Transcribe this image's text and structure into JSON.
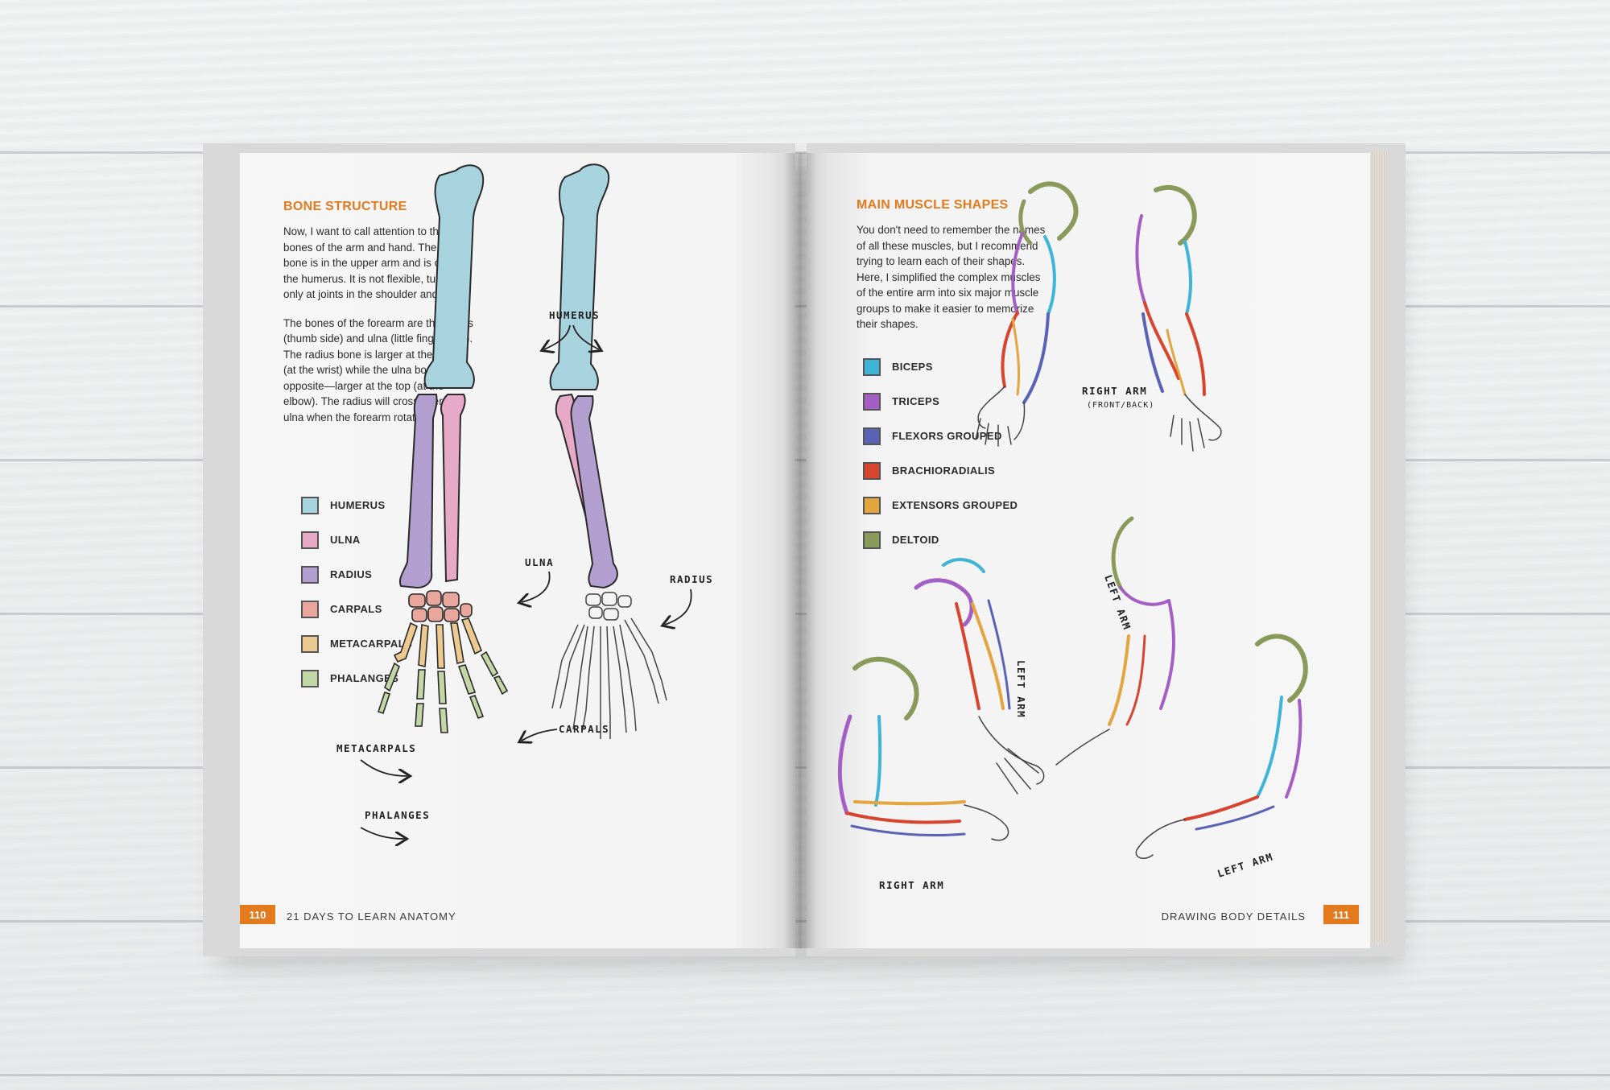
{
  "left_page": {
    "heading": "BONE STRUCTURE",
    "paragraph_1": "Now, I want to call attention to the main bones of the arm and hand. The largest bone is in the upper arm and is called the humerus. It is not flexible, turning only at joints in the shoulder and elbow.",
    "paragraph_2": "The bones of the forearm are the radius (thumb side) and ulna (little finger side). The radius bone is larger at the bottom (at the wrist) while the ulna bone is opposite—larger at the top (at the elbow). The radius will cross over the ulna when the forearm rotates.",
    "legend": [
      {
        "label": "HUMERUS",
        "color": "#a7d3df"
      },
      {
        "label": "ULNA",
        "color": "#e7a9c8"
      },
      {
        "label": "RADIUS",
        "color": "#b39fcf"
      },
      {
        "label": "CARPALS",
        "color": "#e9a69c"
      },
      {
        "label": "METACARPALS",
        "color": "#ecc98f"
      },
      {
        "label": "PHALANGES",
        "color": "#c3d7a6"
      }
    ],
    "diagram_labels": {
      "humerus": "HUMERUS",
      "ulna": "ULNA",
      "radius": "RADIUS",
      "carpals": "CARPALS",
      "metacarpals": "METACARPALS",
      "phalanges": "PHALANGES"
    },
    "page_number": "110",
    "running_head": "21 DAYS TO LEARN ANATOMY"
  },
  "right_page": {
    "heading": "MAIN MUSCLE SHAPES",
    "paragraph": "You don't need to remember the names of all these muscles, but I recommend trying to learn each of their shapes. Here, I simplified the complex muscles of the entire arm into six major muscle groups to make it easier to memorize their shapes.",
    "legend": [
      {
        "label": "BICEPS",
        "color": "#3eb4d6"
      },
      {
        "label": "TRICEPS",
        "color": "#a45fc4"
      },
      {
        "label": "FLEXORS GROUPED",
        "color": "#5a62b5"
      },
      {
        "label": "BRACHIORADIALIS",
        "color": "#d8452f"
      },
      {
        "label": "EXTENSORS GROUPED",
        "color": "#e3a53d"
      },
      {
        "label": "DELTOID",
        "color": "#8a9a5a"
      }
    ],
    "diagram_labels": {
      "right_arm_front_back": "RIGHT ARM",
      "front_back": "(FRONT/BACK)",
      "left_arm_1": "LEFT ARM",
      "left_arm_2": "LEFT ARM",
      "right_arm": "RIGHT ARM",
      "left_arm_3": "LEFT ARM"
    },
    "page_number": "111",
    "running_head": "DRAWING BODY DETAILS"
  }
}
